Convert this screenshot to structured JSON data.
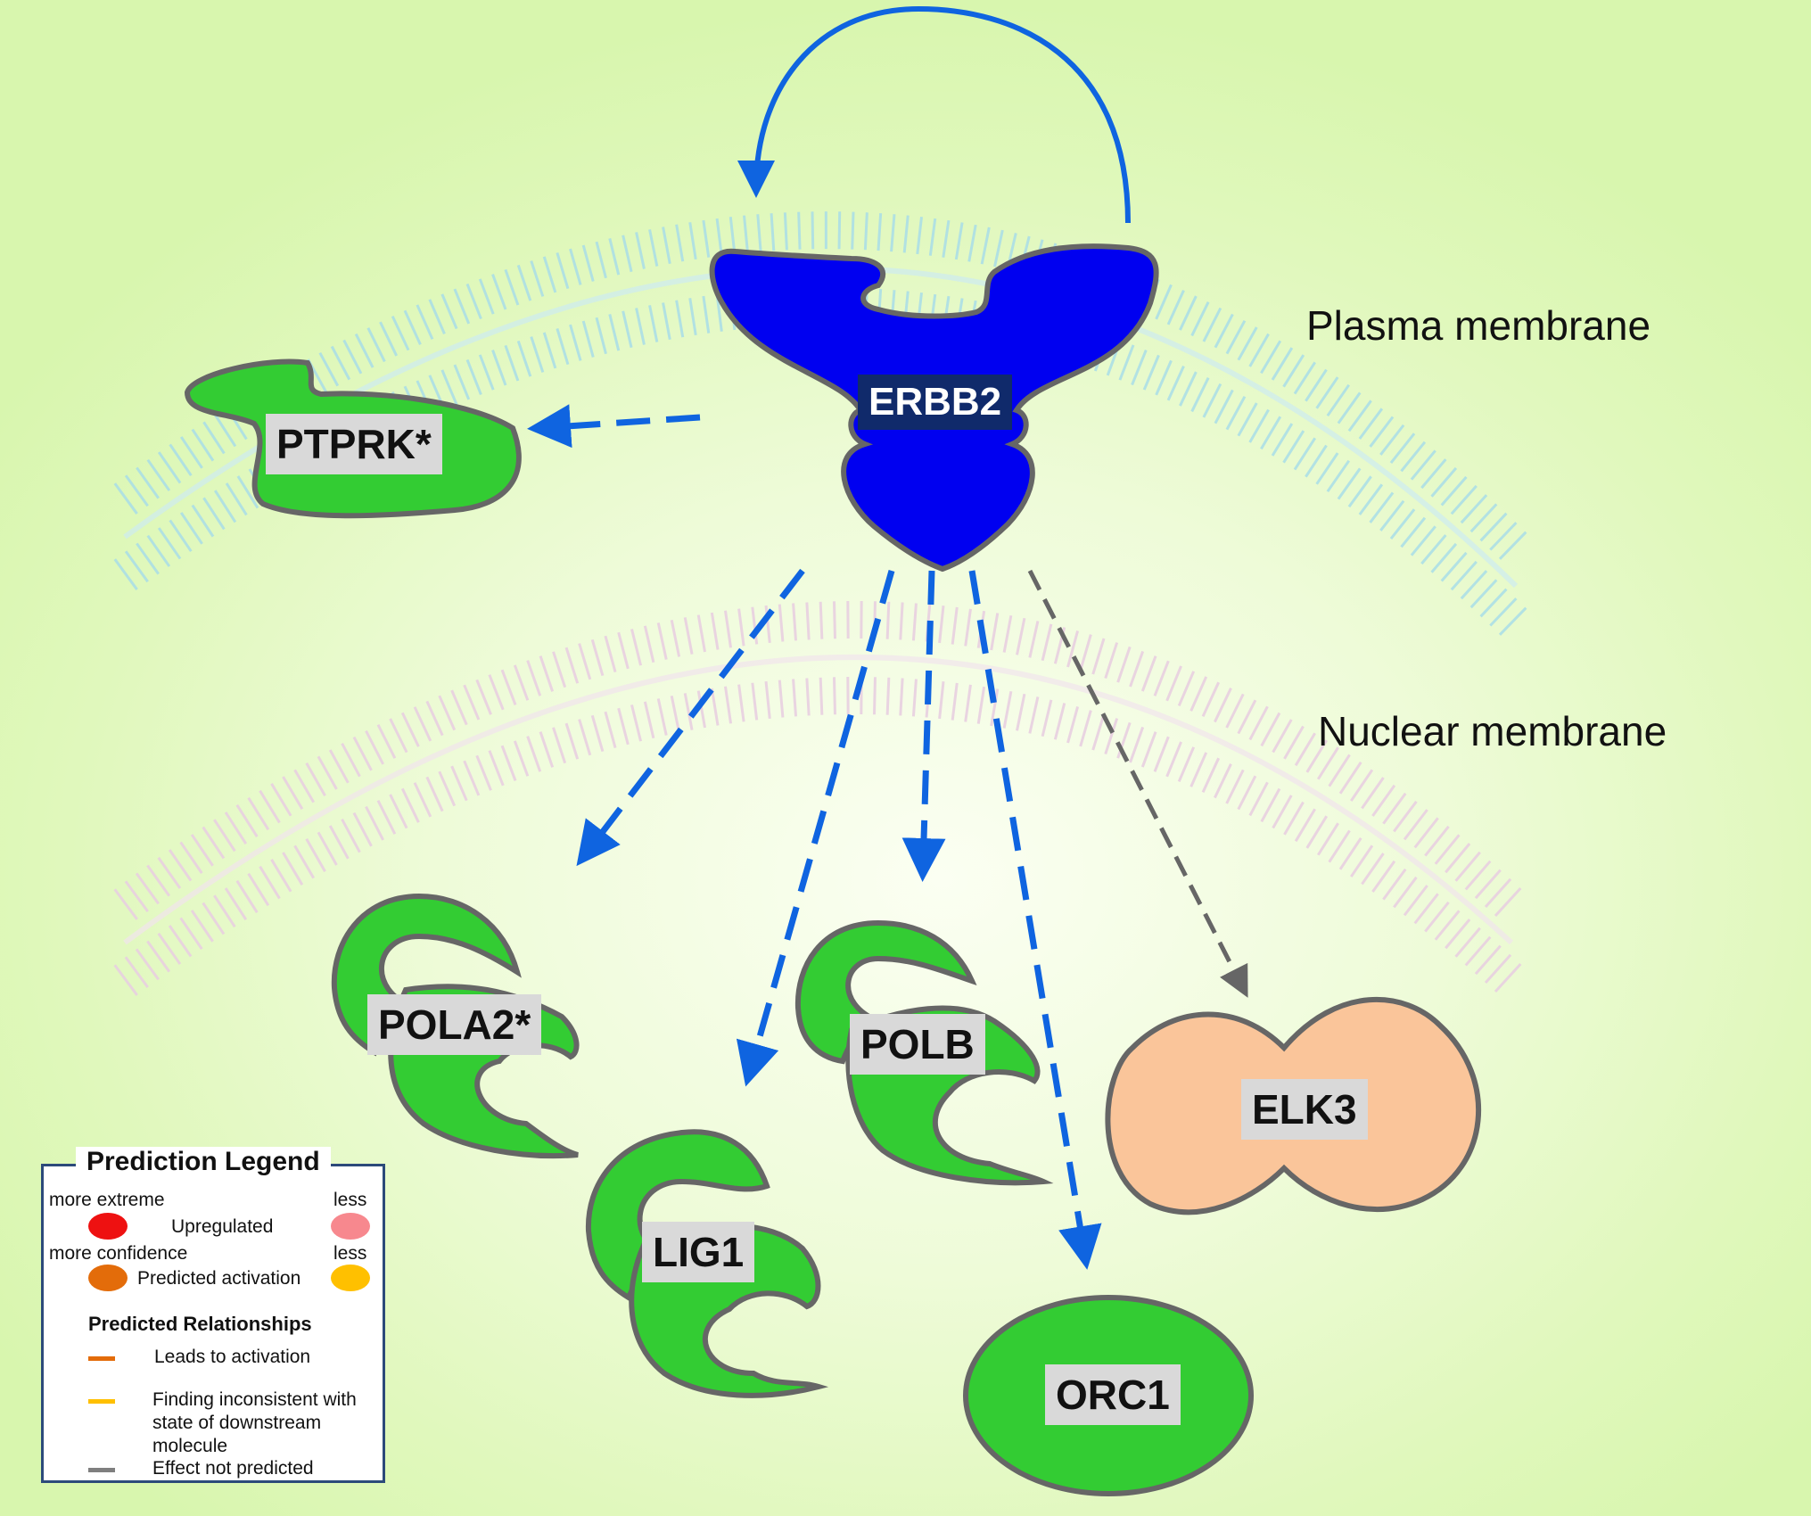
{
  "regions": {
    "plasma": "Plasma membrane",
    "nuclear": "Nuclear membrane"
  },
  "nodes": {
    "erbb2": "ERBB2",
    "ptprk": "PTPRK*",
    "pola2": "POLA2*",
    "lig1": "LIG1",
    "polb": "POLB",
    "orc1": "ORC1",
    "elk3": "ELK3"
  },
  "legend": {
    "title": "Prediction  Legend",
    "more_extreme": "more extreme",
    "less1": "less",
    "upregulated": "Upregulated",
    "more_confidence": "more confidence",
    "less2": "less",
    "predicted_activation": "Predicted activation",
    "relationships_title": "Predicted Relationships",
    "leads_to_activation": "Leads to activation",
    "finding_line1": "Finding  inconsistent with",
    "finding_line2": "state of downstream",
    "finding_line3": "molecule",
    "effect_not_predicted": "Effect not predicted"
  },
  "colors": {
    "upregulated_extreme": "#ee1111",
    "upregulated_less": "#f7888e",
    "activation_extreme": "#e36c0a",
    "activation_less": "#ffc000",
    "leads_to_activation": "#e36c0a",
    "inconsistent": "#ffc000",
    "not_predicted": "#7f7f7f",
    "arrow_blue": "#0f64e0",
    "arrow_gray": "#666666",
    "node_green": "#33cc33",
    "node_orange": "#fac59a",
    "erbb2_blue": "#0000f0"
  }
}
